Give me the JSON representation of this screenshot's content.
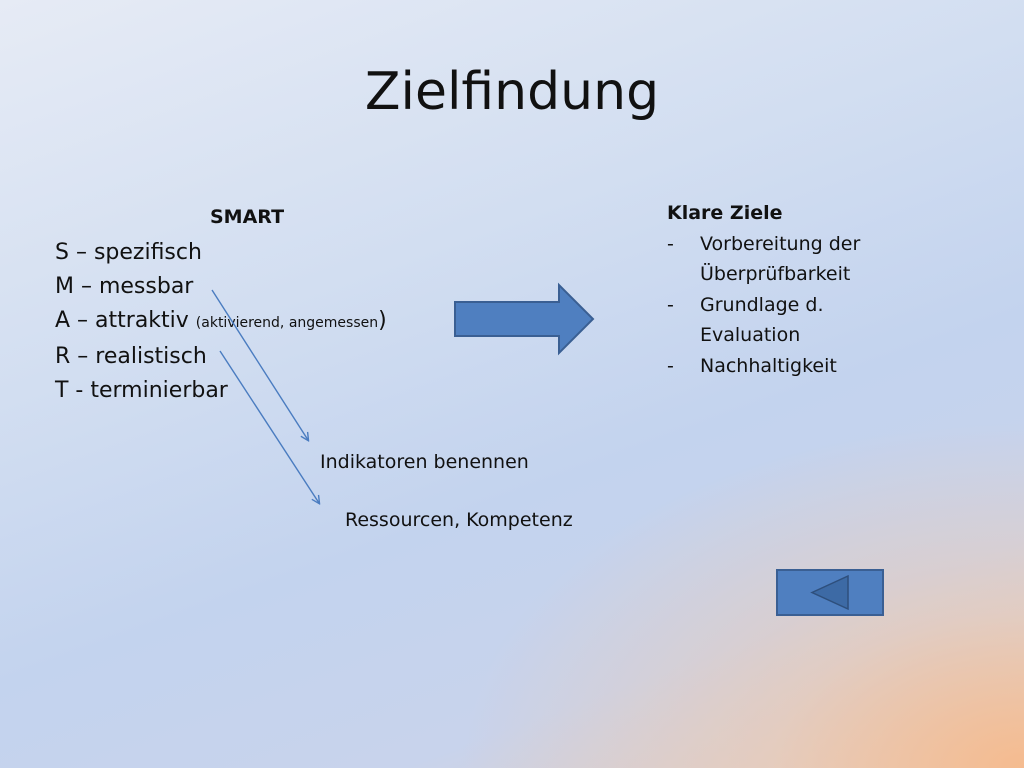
{
  "slide": {
    "title": "Zielfindung",
    "smart": {
      "heading": "SMART",
      "items": [
        {
          "text": "S   – spezifisch"
        },
        {
          "text": "M – messbar"
        },
        {
          "text": "A  – attraktiv ",
          "small": "(aktivierend, angemessen",
          "suffix": ")"
        },
        {
          "text": "R  – realistisch"
        },
        {
          "text": "T   - terminierbar"
        }
      ]
    },
    "notes": {
      "indikatoren": "Indikatoren benennen",
      "ressourcen": "Ressourcen, Kompetenz"
    },
    "klare_ziele": {
      "heading": "Klare Ziele",
      "items": [
        {
          "dash": "-",
          "line1": "Vorbereitung der",
          "line2": "Überprüfbarkeit"
        },
        {
          "dash": "-",
          "line1": "Grundlage d.",
          "line2": "Evaluation"
        },
        {
          "dash": "-",
          "line1": "Nachhaltigkeit",
          "line2": ""
        }
      ]
    },
    "colors": {
      "arrow_fill": "#4f7fc0",
      "arrow_stroke": "#3a5f93",
      "connector": "#4a7cc0"
    },
    "icons": {
      "big_arrow": "right-arrow-icon",
      "back_button": "back-triangle-icon"
    }
  }
}
